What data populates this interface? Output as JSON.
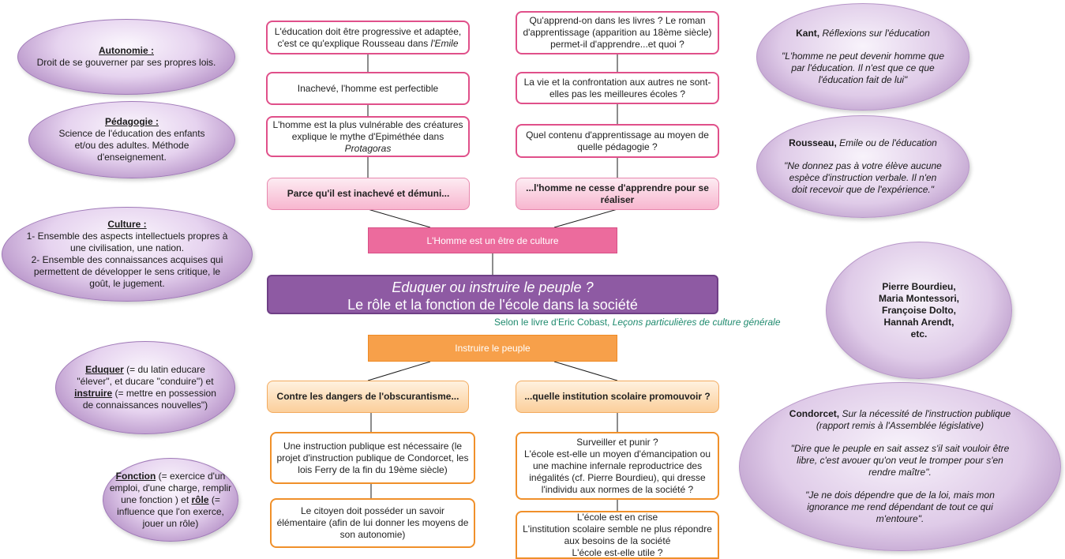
{
  "definitions": {
    "autonomie": {
      "term": "Autonomie :",
      "text": "Droit de se gouverner par ses propres lois."
    },
    "pedagogie": {
      "term": "Pédagogie :",
      "text": "Science de l'éducation des enfants et/ou des adultes. Méthode d'enseignement."
    },
    "culture": {
      "term": "Culture :",
      "line1": "1- Ensemble des aspects intellectuels propres à une civilisation, une nation.",
      "line2": "2- Ensemble des connaissances acquises qui permettent de développer le sens critique, le goût, le jugement."
    },
    "eduquer": {
      "term1": "Eduquer",
      "text1": " (= du latin educare \"élever\", et ducare \"conduire\") ",
      "et": "et ",
      "term2": "instruire",
      "text2": " (= mettre en possession de connaissances nouvelles\")"
    },
    "fonction": {
      "term1": "Fonction",
      "text1": " (= exercice d'un emploi, d'une charge, remplir une fonction ) et ",
      "term2": "rôle",
      "text2": " (= influence que l'on exerce, jouer un rôle)"
    }
  },
  "quotes": {
    "kant": {
      "author": "Kant,",
      "work": " Réflexions sur l'éducation",
      "quote": "\"L'homme ne peut devenir homme que par l'éducation. Il n'est que ce que l'éducation fait de lui\""
    },
    "rousseau": {
      "author": "Rousseau,",
      "work": " Emile ou de l'éducation",
      "quote": "\"Ne donnez pas à votre élève aucune espèce d'instruction verbale. Il n'en doit recevoir que de l'expérience.\""
    },
    "authors": [
      "Pierre Bourdieu,",
      "Maria Montessori,",
      "Françoise Dolto,",
      "Hannah Arendt,",
      "etc."
    ],
    "condorcet": {
      "author": "Condorcet,",
      "work": " Sur la nécessité de l'instruction publique (rapport remis à l'Assemblée législative)",
      "quote1": "\"Dire que le peuple en sait assez s'il sait vouloir être libre, c'est avouer qu'on veut le tromper pour s'en rendre maître\".",
      "quote2": "\"Je ne dois dépendre que de la loi, mais mon ignorance me rend dépendant de tout ce qui m'entoure\"."
    }
  },
  "culture_branch": {
    "left": {
      "box1": {
        "text": "L'éducation doit être progressive et adaptée, c'est ce qu'explique Rousseau dans ",
        "work": "l'Emile"
      },
      "box2": "Inachevé, l'homme est perfectible",
      "box3": {
        "text": "L'homme est la plus vulnérable des créatures explique le mythe d'Epiméthée dans ",
        "work": "Protagoras"
      },
      "head": "Parce qu'il est inachevé et démuni..."
    },
    "right": {
      "box1": "Qu'apprend-on dans les livres ? Le roman d'apprentissage (apparition au 18ème siècle) permet-il d'apprendre...et quoi ?",
      "box2": "La vie et la confrontation aux autres ne sont-elles pas les meilleures écoles ?",
      "box3": "Quel contenu d'apprentissage au moyen de quelle pédagogie ?",
      "head": "...l'homme ne cesse d'apprendre pour se réaliser"
    },
    "bar": "L'Homme est un être de culture"
  },
  "central": {
    "title": "Eduquer ou instruire le peuple ?",
    "subtitle": "Le rôle et la fonction de l'école dans la société",
    "source_prefix": "Selon le livre d'Eric Cobast, ",
    "source_work": "Leçons particulières de culture générale"
  },
  "instruire_branch": {
    "bar": "Instruire le peuple",
    "left": {
      "head": "Contre les dangers de l'obscurantisme...",
      "box1": "Une instruction publique est nécessaire (le projet d'instruction publique de Condorcet, les lois Ferry de la fin du 19ème siècle)",
      "box2": "Le citoyen doit posséder un savoir élémentaire (afin de lui donner les moyens de son autonomie)"
    },
    "right": {
      "head": "...quelle institution scolaire promouvoir ?",
      "box1": "Surveiller et punir ?\nL'école est-elle un moyen d'émancipation ou une machine infernale reproductrice des inégalités (cf. Pierre Bourdieu), qui dresse l'individu aux normes de la société ?",
      "box2": "L'école est en crise\nL'institution scolaire semble ne plus répondre aux besoins de la société\nL'école est-elle utile ?"
    }
  },
  "colors": {
    "pink": "#e0508a",
    "orange": "#f0902a",
    "purple": "#8e5aa3",
    "green": "#1f8a6e"
  }
}
